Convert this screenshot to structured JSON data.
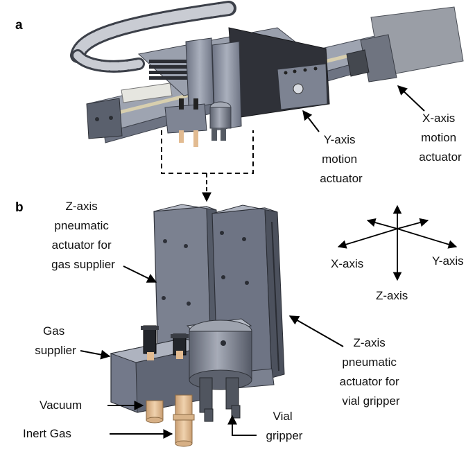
{
  "panels": {
    "a": "a",
    "b": "b"
  },
  "labels": {
    "y_axis_actuator": [
      "Y-axis",
      "motion",
      "actuator"
    ],
    "x_axis_actuator": [
      "X-axis",
      "motion",
      "actuator"
    ],
    "z_gas_actuator": [
      "Z-axis",
      "pneumatic",
      "actuator for",
      "gas supplier"
    ],
    "gas_supplier": [
      "Gas",
      "supplier"
    ],
    "vacuum": "Vacuum",
    "inert_gas": "Inert Gas",
    "z_vial_actuator": [
      "Z-axis",
      "pneumatic",
      "actuator for",
      "vial gripper"
    ],
    "vial_gripper": [
      "Vial",
      "gripper"
    ]
  },
  "axes": {
    "x": "X-axis",
    "y": "Y-axis",
    "z": "Z-axis"
  },
  "colors": {
    "metal_light": "#b4b9c6",
    "metal_mid": "#8d93a3",
    "metal_dark": "#5c6272",
    "metal_darkest": "#3a3e48",
    "black_plate": "#2f3138",
    "tube_tan": "#e2bb91",
    "motor_grey": "#9a9ea6"
  }
}
